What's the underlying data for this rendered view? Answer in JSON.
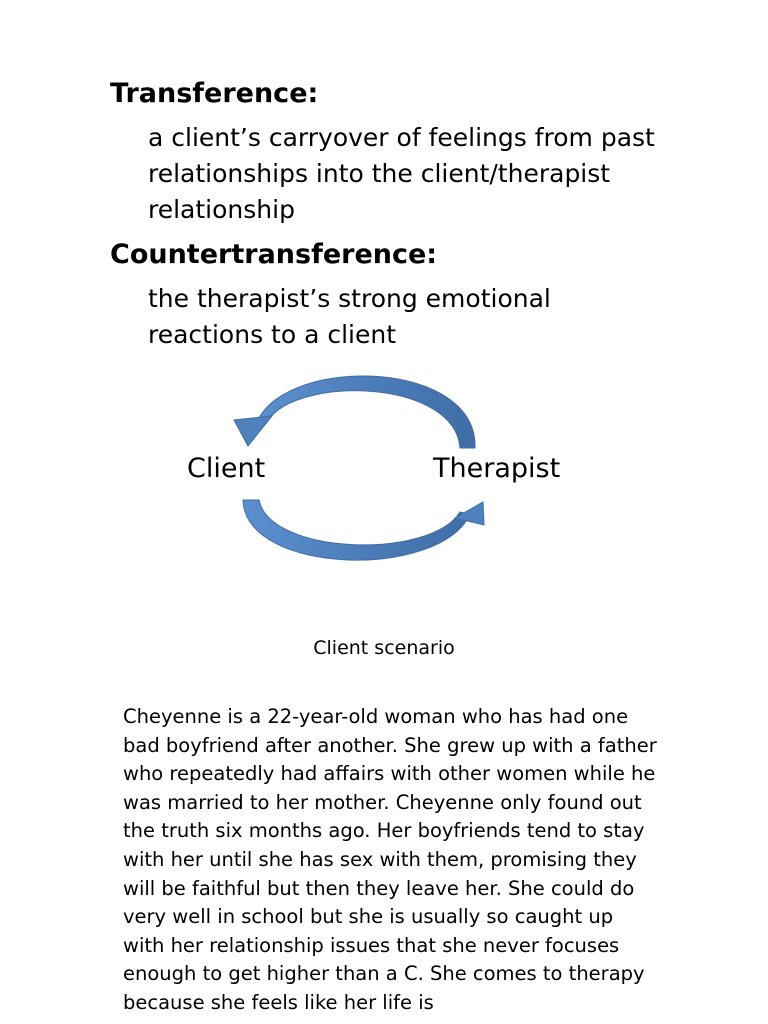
{
  "definitions": [
    {
      "term": "Transference:",
      "definition": "a client’s carryover of feelings from past relationships into the client/therapist relationship"
    },
    {
      "term": "Countertransference:",
      "definition": "the therapist’s strong emotional reactions to a client"
    }
  ],
  "diagram": {
    "left_label": "Client",
    "right_label": "Therapist",
    "arrow_color": "#4f81bd"
  },
  "scenario": {
    "caption": "Client scenario",
    "text": "Cheyenne is a 22-year-old woman who has had one bad boyfriend after another.   She grew up with a father who repeatedly had affairs with other women while he was married to her mother.  Cheyenne only found out the truth six months ago.  Her boyfriends tend to stay with her until she has sex with them, promising they will be faithful but then they leave her.  She could do very well in school but she is usually so caught up with her relationship issues that she never focuses enough to get higher than a C. She comes to therapy because she feels like her life is"
  }
}
